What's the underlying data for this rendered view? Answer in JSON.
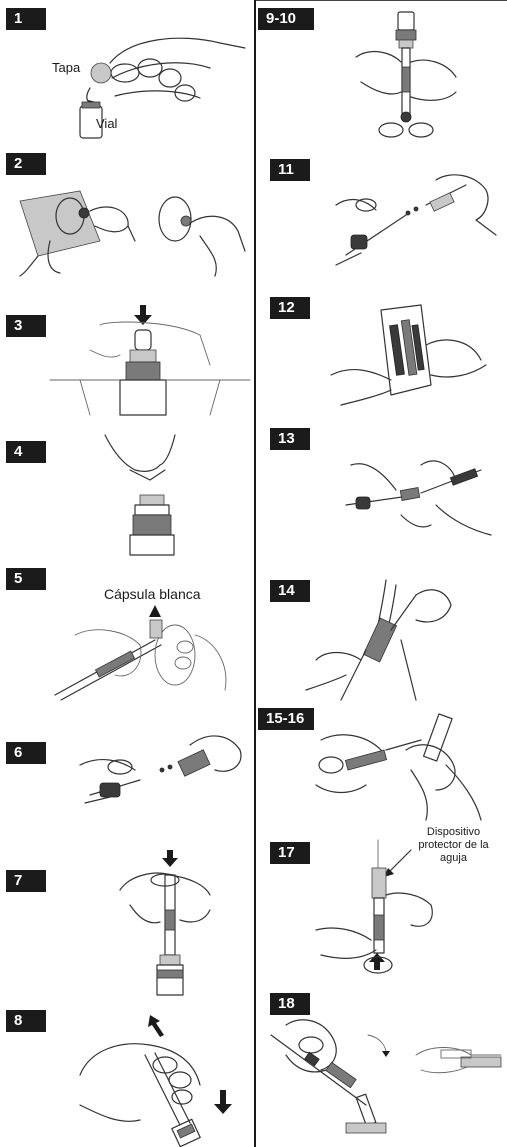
{
  "steps": [
    {
      "id": "1",
      "label": "1",
      "callouts": [
        "Tapa",
        "Vial"
      ]
    },
    {
      "id": "2",
      "label": "2",
      "callouts": []
    },
    {
      "id": "3",
      "label": "3",
      "callouts": []
    },
    {
      "id": "4",
      "label": "4",
      "callouts": []
    },
    {
      "id": "5",
      "label": "5",
      "callouts": [
        "Cápsula blanca"
      ]
    },
    {
      "id": "6",
      "label": "6",
      "callouts": []
    },
    {
      "id": "7",
      "label": "7",
      "callouts": []
    },
    {
      "id": "8",
      "label": "8",
      "callouts": []
    },
    {
      "id": "9-10",
      "label": "9-10",
      "callouts": []
    },
    {
      "id": "11",
      "label": "11",
      "callouts": []
    },
    {
      "id": "12",
      "label": "12",
      "callouts": []
    },
    {
      "id": "13",
      "label": "13",
      "callouts": []
    },
    {
      "id": "14",
      "label": "14",
      "callouts": []
    },
    {
      "id": "15-16",
      "label": "15-16",
      "callouts": []
    },
    {
      "id": "17",
      "label": "17",
      "callouts": [
        "Dispositivo protector de la aguja"
      ]
    },
    {
      "id": "18",
      "label": "18",
      "callouts": []
    }
  ]
}
